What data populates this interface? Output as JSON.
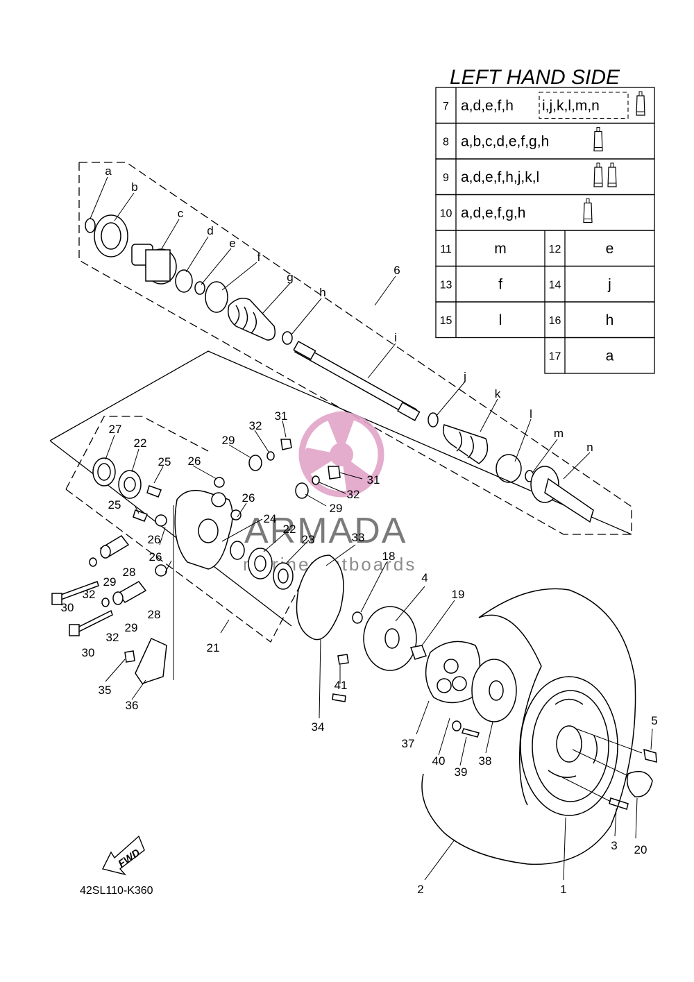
{
  "table": {
    "title": "LEFT HAND SIDE",
    "rows": [
      {
        "num": "7",
        "content": "a,d,e,f,h",
        "boxed": "i,j,k,l,m,n",
        "tubes": 1
      },
      {
        "num": "8",
        "content": "a,b,c,d,e,f,g,h",
        "tubes": 1
      },
      {
        "num": "9",
        "content": "a,d,e,f,h,j,k,l",
        "tubes": 2
      },
      {
        "num": "10",
        "content": "a,d,e,f,g,h",
        "tubes": 1
      }
    ],
    "pairs": [
      {
        "ln": "11",
        "lv": "m",
        "rn": "12",
        "rv": "e"
      },
      {
        "ln": "13",
        "lv": "f",
        "rn": "14",
        "rv": "j"
      },
      {
        "ln": "15",
        "lv": "l",
        "rn": "16",
        "rv": "h"
      }
    ],
    "last": {
      "num": "17",
      "value": "a"
    }
  },
  "letters": [
    "a",
    "b",
    "c",
    "d",
    "e",
    "f",
    "g",
    "h",
    "i",
    "j",
    "k",
    "l",
    "m",
    "n"
  ],
  "parts": [
    "1",
    "2",
    "3",
    "4",
    "5",
    "6",
    "18",
    "19",
    "20",
    "21",
    "22",
    "22",
    "23",
    "24",
    "25",
    "25",
    "26",
    "26",
    "26",
    "26",
    "27",
    "28",
    "28",
    "29",
    "29",
    "29",
    "29",
    "30",
    "30",
    "31",
    "31",
    "32",
    "32",
    "32",
    "32",
    "33",
    "34",
    "35",
    "36",
    "37",
    "38",
    "39",
    "40",
    "41"
  ],
  "watermark": {
    "brand": "ARMADA",
    "sub": "marine outboards",
    "color": "#e2a4c8"
  },
  "code": "42SL110-K360",
  "fwd": "FWD"
}
